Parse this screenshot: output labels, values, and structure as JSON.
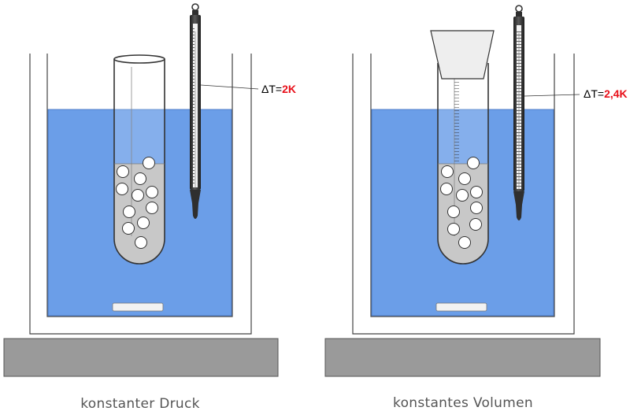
{
  "panels": [
    {
      "caption": "konstanter Druck",
      "delta_label": "ΔT=",
      "delta_value": "2K",
      "stopper": false
    },
    {
      "caption": "konstantes Volumen",
      "delta_label": "ΔT=",
      "delta_value": "2,4K",
      "stopper": true
    }
  ],
  "colors": {
    "water": "#6b9ee8",
    "base": "#9a9a9a",
    "gas": "#c8c8c8",
    "thermometer_dark": "#2f2f2f",
    "delta_value": "#e8101a",
    "stopper": "#eeeeee"
  }
}
